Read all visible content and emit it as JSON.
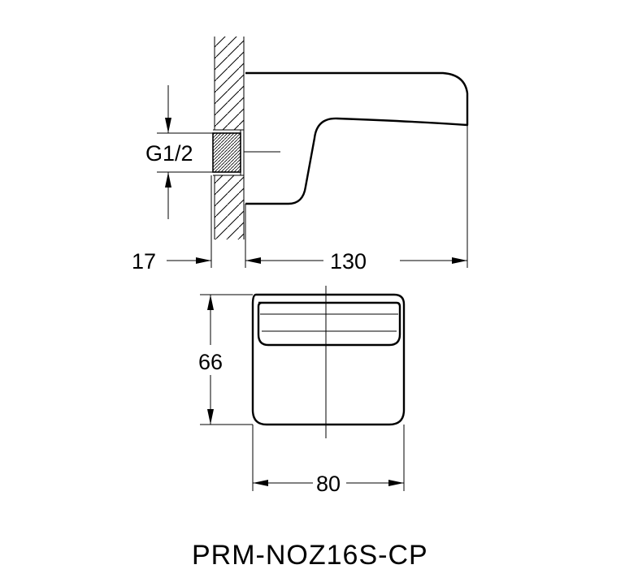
{
  "dimensions": {
    "thread_label": "G1/2",
    "wall_offset": "17",
    "spout_length": "130",
    "height": "66",
    "width": "80"
  },
  "model_code": "PRM-NOZ16S-CP"
}
